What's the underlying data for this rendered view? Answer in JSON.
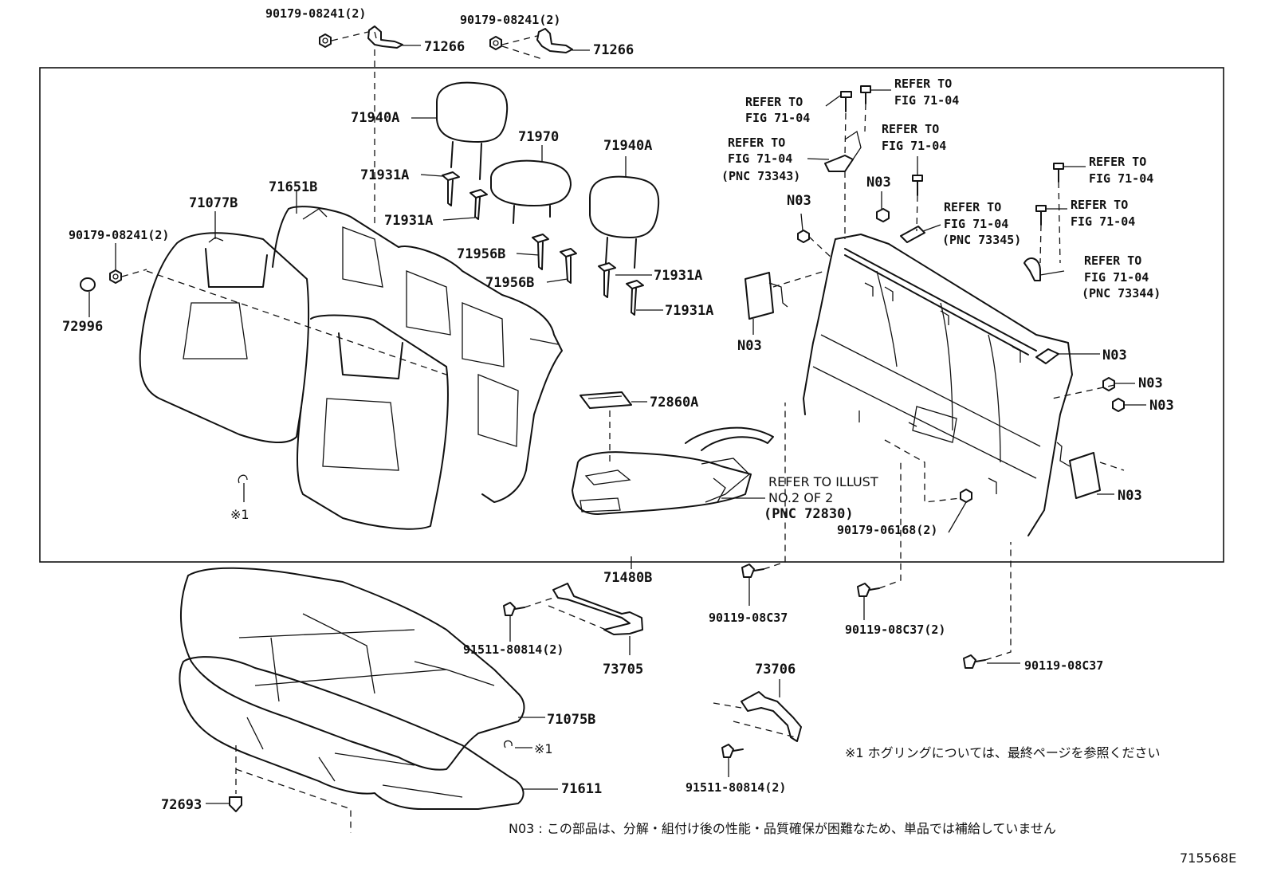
{
  "labels": {
    "p90179_08241_top_left": "90179-08241(2)",
    "p90179_08241_top_mid": "90179-08241(2)",
    "p71266_left": "71266",
    "p71266_right": "71266",
    "p71940A_left": "71940A",
    "p71970": "71970",
    "p71940A_right": "71940A",
    "p71931A_1": "71931A",
    "p71931A_2": "71931A",
    "p71931A_3": "71931A",
    "p71931A_4": "71931A",
    "p71956B_1": "71956B",
    "p71956B_2": "71956B",
    "p71077B": "71077B",
    "p71651B": "71651B",
    "p90179_08241_side": "90179-08241(2)",
    "p72996": "72996",
    "p72860A": "72860A",
    "p71480B": "71480B",
    "p90119_08C37_a": "90119-08C37",
    "p90119_08C37_b": "90119-08C37(2)",
    "p90119_08C37_c": "90119-08C37",
    "p90179_06168": "90179-06168(2)",
    "p91511_80814_a": "91511-80814(2)",
    "p91511_80814_b": "91511-80814(2)",
    "p73705": "73705",
    "p73706": "73706",
    "p71075B": "71075B",
    "p71611": "71611",
    "p72693": "72693",
    "n03_1": "N03",
    "n03_2": "N03",
    "n03_3": "N03",
    "n03_4": "N03",
    "n03_5": "N03",
    "n03_6": "N03",
    "n03_7": "N03",
    "mark1_a": "※1",
    "mark1_b": "※1",
    "refer_to": "REFER TO",
    "fig_71_04": "FIG 71-04",
    "fig_71_04_trail": "FIG 71-04",
    "pnc_73343": "(PNC 73343)",
    "pnc_73345": "(PNC 73345)",
    "pnc_73344": "(PNC 73344)",
    "refer_illust": "REFER TO ILLUST",
    "no2of2": "NO.2 OF 2",
    "pnc_72830": "(PNC 72830)",
    "note_hog_ring": "※1  ホグリングについては、最終ページを参照ください",
    "note_n03": "N03 : この部品は、分解・組付け後の性能・品質確保が困難なため、単品では補給していません",
    "figure_id": "715568E"
  }
}
